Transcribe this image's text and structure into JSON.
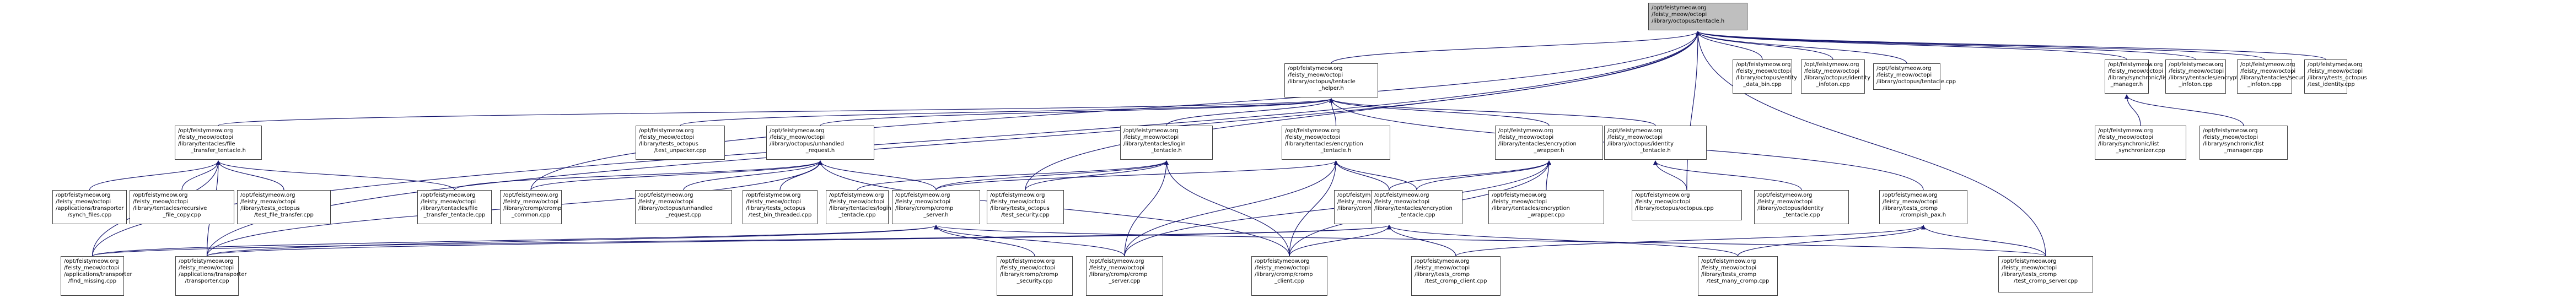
{
  "diagram": {
    "title": "include dependency graph",
    "edge_color": "#191970",
    "root_fill": "#bfbfbf",
    "nodes": [
      {
        "id": "root",
        "lines": [
          "/opt/feistymeow.org",
          "/feisty_meow/octopi",
          "/library/octopus/tentacle.h"
        ],
        "root": true
      },
      {
        "id": "tentacle_helper",
        "lines": [
          "/opt/feistymeow.org",
          "/feisty_meow/octopi",
          "/library/octopus/tentacle",
          "_helper.h"
        ]
      },
      {
        "id": "entity_data_bin",
        "lines": [
          "/opt/feistymeow.org",
          "/feisty_meow/octopi",
          "/library/octopus/entity",
          "_data_bin.cpp"
        ]
      },
      {
        "id": "identity_infoton",
        "lines": [
          "/opt/feistymeow.org",
          "/feisty_meow/octopi",
          "/library/octopus/identity",
          "_infoton.cpp"
        ]
      },
      {
        "id": "tentacle_cpp",
        "lines": [
          "/opt/feistymeow.org",
          "/feisty_meow/octopi",
          "/library/octopus/tentacle.cpp"
        ]
      },
      {
        "id": "list_manager_h",
        "lines": [
          "/opt/feistymeow.org",
          "/feisty_meow/octopi",
          "/library/synchronic/list",
          "_manager.h"
        ]
      },
      {
        "id": "encryption_infoton",
        "lines": [
          "/opt/feistymeow.org",
          "/feisty_meow/octopi",
          "/library/tentacles/encryption",
          "_infoton.cpp"
        ]
      },
      {
        "id": "security_infoton",
        "lines": [
          "/opt/feistymeow.org",
          "/feisty_meow/octopi",
          "/library/tentacles/security",
          "_infoton.cpp"
        ]
      },
      {
        "id": "test_identity",
        "lines": [
          "/opt/feistymeow.org",
          "/feisty_meow/octopi",
          "/library/tests_octopus",
          "/test_identity.cpp"
        ]
      },
      {
        "id": "file_transfer_tentacle_h",
        "lines": [
          "/opt/feistymeow.org",
          "/feisty_meow/octopi",
          "/library/tentacles/file",
          "_transfer_tentacle.h"
        ]
      },
      {
        "id": "test_unpacker",
        "lines": [
          "/opt/feistymeow.org",
          "/feisty_meow/octopi",
          "/library/tests_octopus",
          "/test_unpacker.cpp"
        ]
      },
      {
        "id": "unhandled_request_h",
        "lines": [
          "/opt/feistymeow.org",
          "/feisty_meow/octopi",
          "/library/octopus/unhandled",
          "_request.h"
        ]
      },
      {
        "id": "login_tentacle_h",
        "lines": [
          "/opt/feistymeow.org",
          "/feisty_meow/octopi",
          "/library/tentacles/login",
          "_tentacle.h"
        ]
      },
      {
        "id": "encryption_tentacle_h",
        "lines": [
          "/opt/feistymeow.org",
          "/feisty_meow/octopi",
          "/library/tentacles/encryption",
          "_tentacle.h"
        ]
      },
      {
        "id": "encryption_wrapper_h",
        "lines": [
          "/opt/feistymeow.org",
          "/feisty_meow/octopi",
          "/library/tentacles/encryption",
          "_wrapper.h"
        ]
      },
      {
        "id": "identity_tentacle_h",
        "lines": [
          "/opt/feistymeow.org",
          "/feisty_meow/octopi",
          "/library/octopus/identity",
          "_tentacle.h"
        ]
      },
      {
        "id": "list_synchronizer",
        "lines": [
          "/opt/feistymeow.org",
          "/feisty_meow/octopi",
          "/library/synchronic/list",
          "_synchronizer.cpp"
        ]
      },
      {
        "id": "list_manager_cpp",
        "lines": [
          "/opt/feistymeow.org",
          "/feisty_meow/octopi",
          "/library/synchronic/list",
          "_manager.cpp"
        ]
      },
      {
        "id": "synch_files",
        "lines": [
          "/opt/feistymeow.org",
          "/feisty_meow/octopi",
          "/applications/transporter",
          "/synch_files.cpp"
        ]
      },
      {
        "id": "recursive_file_copy",
        "lines": [
          "/opt/feistymeow.org",
          "/feisty_meow/octopi",
          "/library/tentacles/recursive",
          "_file_copy.cpp"
        ]
      },
      {
        "id": "test_file_transfer",
        "lines": [
          "/opt/feistymeow.org",
          "/feisty_meow/octopi",
          "/library/tests_octopus",
          "/test_file_transfer.cpp"
        ]
      },
      {
        "id": "file_transfer_tentacle_cpp",
        "lines": [
          "/opt/feistymeow.org",
          "/feisty_meow/octopi",
          "/library/tentacles/file",
          "_transfer_tentacle.cpp"
        ]
      },
      {
        "id": "cromp_common",
        "lines": [
          "/opt/feistymeow.org",
          "/feisty_meow/octopi",
          "/library/cromp/cromp",
          "_common.cpp"
        ]
      },
      {
        "id": "unhandled_request_cpp",
        "lines": [
          "/opt/feistymeow.org",
          "/feisty_meow/octopi",
          "/library/octopus/unhandled",
          "_request.cpp"
        ]
      },
      {
        "id": "test_bin_threaded",
        "lines": [
          "/opt/feistymeow.org",
          "/feisty_meow/octopi",
          "/library/tests_octopus",
          "/test_bin_threaded.cpp"
        ]
      },
      {
        "id": "login_tentacle_cpp",
        "lines": [
          "/opt/feistymeow.org",
          "/feisty_meow/octopi",
          "/library/tentacles/login",
          "_tentacle.cpp"
        ]
      },
      {
        "id": "cromp_server_h",
        "lines": [
          "/opt/feistymeow.org",
          "/feisty_meow/octopi",
          "/library/cromp/cromp",
          "_server.h"
        ]
      },
      {
        "id": "test_security",
        "lines": [
          "/opt/feistymeow.org",
          "/feisty_meow/octopi",
          "/library/tests_octopus",
          "/test_security.cpp"
        ]
      },
      {
        "id": "cromp_client_h",
        "lines": [
          "/opt/feistymeow.org",
          "/feisty_meow/octopi",
          "/library/cromp/cromp",
          "_client.h"
        ]
      },
      {
        "id": "encryption_tentacle_cpp",
        "lines": [
          "/opt/feistymeow.org",
          "/feisty_meow/octopi",
          "/library/tentacles/encryption",
          "_tentacle.cpp"
        ]
      },
      {
        "id": "encryption_wrapper_cpp",
        "lines": [
          "/opt/feistymeow.org",
          "/feisty_meow/octopi",
          "/library/tentacles/encryption",
          "_wrapper.cpp"
        ]
      },
      {
        "id": "octopus_cpp",
        "lines": [
          "/opt/feistymeow.org",
          "/feisty_meow/octopi",
          "/library/octopus/octopus.cpp"
        ]
      },
      {
        "id": "identity_tentacle_cpp",
        "lines": [
          "/opt/feistymeow.org",
          "/feisty_meow/octopi",
          "/library/octopus/identity",
          "_tentacle.cpp"
        ]
      },
      {
        "id": "crompish_pax",
        "lines": [
          "/opt/feistymeow.org",
          "/feisty_meow/octopi",
          "/library/tests_cromp",
          "/crompish_pax.h"
        ]
      },
      {
        "id": "find_missing",
        "lines": [
          "/opt/feistymeow.org",
          "/feisty_meow/octopi",
          "/applications/transporter",
          "/find_missing.cpp"
        ]
      },
      {
        "id": "transporter",
        "lines": [
          "/opt/feistymeow.org",
          "/feisty_meow/octopi",
          "/applications/transporter",
          "/transporter.cpp"
        ]
      },
      {
        "id": "cromp_security",
        "lines": [
          "/opt/feistymeow.org",
          "/feisty_meow/octopi",
          "/library/cromp/cromp",
          "_security.cpp"
        ]
      },
      {
        "id": "cromp_server_cpp",
        "lines": [
          "/opt/feistymeow.org",
          "/feisty_meow/octopi",
          "/library/cromp/cromp",
          "_server.cpp"
        ]
      },
      {
        "id": "cromp_client_cpp",
        "lines": [
          "/opt/feistymeow.org",
          "/feisty_meow/octopi",
          "/library/cromp/cromp",
          "_client.cpp"
        ]
      },
      {
        "id": "test_cromp_client",
        "lines": [
          "/opt/feistymeow.org",
          "/feisty_meow/octopi",
          "/library/tests_cromp",
          "/test_cromp_client.cpp"
        ]
      },
      {
        "id": "test_many_cromp",
        "lines": [
          "/opt/feistymeow.org",
          "/feisty_meow/octopi",
          "/library/tests_cromp",
          "/test_many_cromp.cpp"
        ]
      },
      {
        "id": "test_cromp_server",
        "lines": [
          "/opt/feistymeow.org",
          "/feisty_meow/octopi",
          "/library/tests_cromp",
          "/test_cromp_server.cpp"
        ]
      }
    ],
    "edges": [
      [
        "tentacle_helper",
        "root"
      ],
      [
        "entity_data_bin",
        "root"
      ],
      [
        "identity_infoton",
        "root"
      ],
      [
        "tentacle_cpp",
        "root"
      ],
      [
        "list_manager_h",
        "root"
      ],
      [
        "encryption_infoton",
        "root"
      ],
      [
        "security_infoton",
        "root"
      ],
      [
        "test_identity",
        "root"
      ],
      [
        "file_transfer_tentacle_h",
        "tentacle_helper"
      ],
      [
        "test_unpacker",
        "tentacle_helper"
      ],
      [
        "unhandled_request_h",
        "tentacle_helper"
      ],
      [
        "login_tentacle_h",
        "tentacle_helper"
      ],
      [
        "encryption_tentacle_h",
        "tentacle_helper"
      ],
      [
        "encryption_wrapper_h",
        "tentacle_helper"
      ],
      [
        "identity_tentacle_h",
        "tentacle_helper"
      ],
      [
        "crompish_pax",
        "tentacle_helper"
      ],
      [
        "list_synchronizer",
        "list_manager_h"
      ],
      [
        "list_manager_cpp",
        "list_manager_h"
      ],
      [
        "synch_files",
        "file_transfer_tentacle_h"
      ],
      [
        "recursive_file_copy",
        "file_transfer_tentacle_h"
      ],
      [
        "test_file_transfer",
        "file_transfer_tentacle_h"
      ],
      [
        "file_transfer_tentacle_cpp",
        "file_transfer_tentacle_h"
      ],
      [
        "find_missing",
        "file_transfer_tentacle_h"
      ],
      [
        "transporter",
        "file_transfer_tentacle_h"
      ],
      [
        "file_transfer_tentacle_cpp",
        "unhandled_request_h"
      ],
      [
        "cromp_common",
        "unhandled_request_h"
      ],
      [
        "unhandled_request_cpp",
        "unhandled_request_h"
      ],
      [
        "test_bin_threaded",
        "unhandled_request_h"
      ],
      [
        "cromp_server_h",
        "unhandled_request_h"
      ],
      [
        "transporter",
        "unhandled_request_h"
      ],
      [
        "cromp_client_cpp",
        "unhandled_request_h"
      ],
      [
        "login_tentacle_cpp",
        "login_tentacle_h"
      ],
      [
        "cromp_server_h",
        "login_tentacle_h"
      ],
      [
        "test_security",
        "login_tentacle_h"
      ],
      [
        "cromp_server_cpp",
        "login_tentacle_h"
      ],
      [
        "cromp_client_cpp",
        "login_tentacle_h"
      ],
      [
        "cromp_client_h",
        "encryption_tentacle_h"
      ],
      [
        "encryption_tentacle_cpp",
        "encryption_tentacle_h"
      ],
      [
        "cromp_server_h",
        "encryption_tentacle_h"
      ],
      [
        "cromp_server_cpp",
        "encryption_tentacle_h"
      ],
      [
        "cromp_client_cpp",
        "encryption_tentacle_h"
      ],
      [
        "cromp_client_h",
        "encryption_wrapper_h"
      ],
      [
        "encryption_tentacle_cpp",
        "encryption_wrapper_h"
      ],
      [
        "encryption_wrapper_cpp",
        "encryption_wrapper_h"
      ],
      [
        "cromp_server_cpp",
        "encryption_wrapper_h"
      ],
      [
        "cromp_client_cpp",
        "encryption_wrapper_h"
      ],
      [
        "octopus_cpp",
        "identity_tentacle_h"
      ],
      [
        "identity_tentacle_cpp",
        "identity_tentacle_h"
      ],
      [
        "find_missing",
        "cromp_server_h"
      ],
      [
        "transporter",
        "cromp_server_h"
      ],
      [
        "cromp_security",
        "cromp_server_h"
      ],
      [
        "cromp_server_cpp",
        "cromp_server_h"
      ],
      [
        "test_cromp_server",
        "cromp_server_h"
      ],
      [
        "cromp_client_cpp",
        "cromp_client_h"
      ],
      [
        "find_missing",
        "cromp_client_h"
      ],
      [
        "transporter",
        "cromp_client_h"
      ],
      [
        "test_cromp_client",
        "cromp_client_h"
      ],
      [
        "test_many_cromp",
        "cromp_client_h"
      ],
      [
        "test_cromp_client",
        "crompish_pax"
      ],
      [
        "test_many_cromp",
        "crompish_pax"
      ],
      [
        "test_cromp_server",
        "crompish_pax"
      ],
      [
        "octopus_cpp",
        "root"
      ],
      [
        "test_cromp_server",
        "root"
      ],
      [
        "transporter",
        "root"
      ],
      [
        "find_missing",
        "root"
      ],
      [
        "cromp_common",
        "root"
      ],
      [
        "test_security",
        "root"
      ]
    ]
  }
}
